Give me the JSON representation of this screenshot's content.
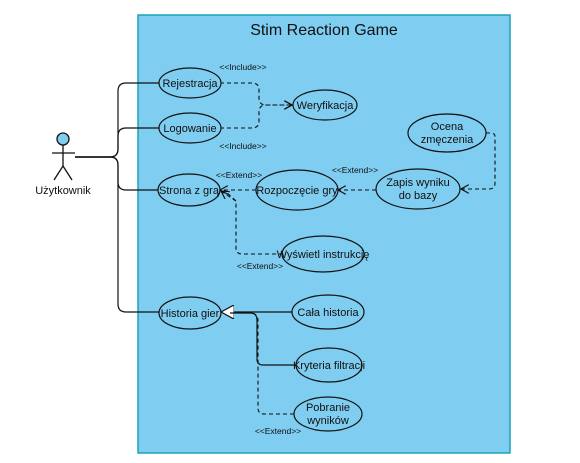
{
  "colors": {
    "system_fill": "#7fcdf0",
    "system_stroke": "#1ba3b8",
    "use_case_fill": "#7fcdf0",
    "actor_head_fill": "#7fcdf0",
    "line": "#111111"
  },
  "system": {
    "title": "Stim Reaction Game"
  },
  "actor": {
    "label": "Użytkownik",
    "icon": "stick-figure"
  },
  "use_cases": {
    "rejestracja": "Rejestracja",
    "logowanie": "Logowanie",
    "weryfikacja": "Weryfikacja",
    "strona_z_gra": "Strona z grą",
    "rozpoczecie_gry": "Rozpoczęcie gry",
    "zapis_wyniku": [
      "Zapis wyniku",
      "do bazy"
    ],
    "ocena_zmeczenia": [
      "Ocena",
      "zmęczenia"
    ],
    "wyswietl_instrukcje": "Wyświetl instrukcję",
    "historia_gier": "Historia gier",
    "cala_historia": "Cała historia",
    "kryteria_filtracji": "Kryteria filtracji",
    "pobranie_wynikow": [
      "Pobranie",
      "wyników"
    ]
  },
  "relations": {
    "include_top": "<<Include>>",
    "include_bottom": "<<Include>>",
    "extend_strona_top": "<<Extend>>",
    "extend_rozpoczecie": "<<Extend>>",
    "extend_instrukcje": "<<Extend>>",
    "extend_pobranie": "<<Extend>>"
  }
}
